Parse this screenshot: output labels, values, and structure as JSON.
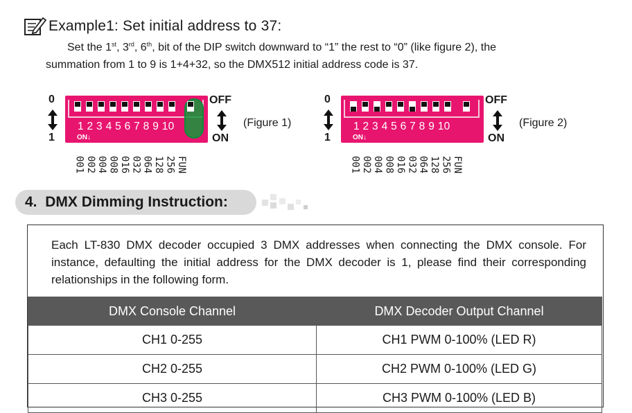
{
  "example": {
    "title": "Example1: Set initial address to 37:",
    "line1_a": "Set the 1",
    "line1_sup1": "st",
    "line1_b": ", 3",
    "line1_sup2": "rd",
    "line1_c": ", 6",
    "line1_sup3": "th",
    "line1_d": ", bit of the DIP switch downward to “1” the rest to “0” (like figure 2), the",
    "line2": "summation from 1 to 9 is 1+4+32, so the DMX512 initial address code is 37."
  },
  "figures": [
    {
      "top_label": "0",
      "bottom_label": "1",
      "numbers": "1 2 3 4 5 6 7 8 9 10",
      "on_label": "ON↓",
      "off_label": "OFF",
      "on_side_label": "ON",
      "caption": "(Figure 1)",
      "switch_states": [
        0,
        0,
        0,
        0,
        0,
        0,
        0,
        0,
        0,
        0
      ],
      "highlight_last": true
    },
    {
      "top_label": "0",
      "bottom_label": "1",
      "numbers": "1 2 3 4 5 6 7 8 9 10",
      "on_label": "ON↓",
      "off_label": "OFF",
      "on_side_label": "ON",
      "caption": "(Figure 2)",
      "switch_states": [
        1,
        0,
        1,
        0,
        0,
        1,
        0,
        0,
        0,
        0
      ],
      "highlight_last": false
    }
  ],
  "bit_labels": [
    "001",
    "002",
    "004",
    "008",
    "016",
    "032",
    "064",
    "128",
    "256",
    "FUN"
  ],
  "section": {
    "number": "4.",
    "title": "DMX Dimming Instruction:"
  },
  "description": "Each LT-830 DMX decoder occupied 3 DMX addresses when connecting the DMX console. For instance, defaulting the initial address for the DMX decoder is 1, please find their corresponding relationships in the following form.",
  "table": {
    "headers": [
      "DMX Console Channel",
      "DMX Decoder Output Channel"
    ],
    "rows": [
      [
        "CH1  0-255",
        "CH1  PWM 0-100% (LED R)"
      ],
      [
        "CH2  0-255",
        "CH2  PWM 0-100% (LED G)"
      ],
      [
        "CH3  0-255",
        "CH3  PWM 0-100% (LED B)"
      ]
    ]
  },
  "colors": {
    "dip_body": "#e8156f",
    "table_header": "#595959",
    "highlight": "#0e8c3a"
  }
}
